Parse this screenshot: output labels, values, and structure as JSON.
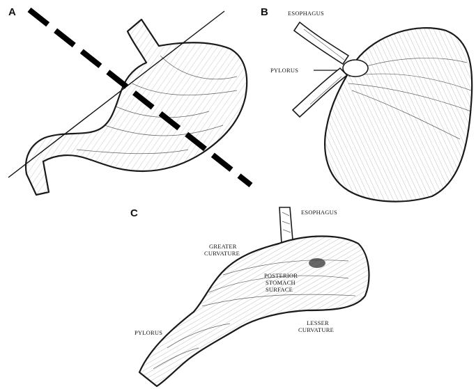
{
  "panels": {
    "a": {
      "letter": "A"
    },
    "b": {
      "letter": "B",
      "esophagus_label": "ESOPHAGUS",
      "pylorus_label": "PYLORUS"
    },
    "c": {
      "letter": "C",
      "esophagus_label": "ESOPHAGUS",
      "greater_curvature_line1": "GREATER",
      "greater_curvature_line2": "CURVATURE",
      "posterior_line1": "POSTERIOR",
      "posterior_line2": "STOMACH",
      "posterior_line3": "SURFACE",
      "lesser_curvature_line1": "LESSER",
      "lesser_curvature_line2": "CURVATURE",
      "pylorus_label": "PYLORUS"
    }
  },
  "colors": {
    "ink": "#1a1a1a",
    "background": "#ffffff"
  }
}
